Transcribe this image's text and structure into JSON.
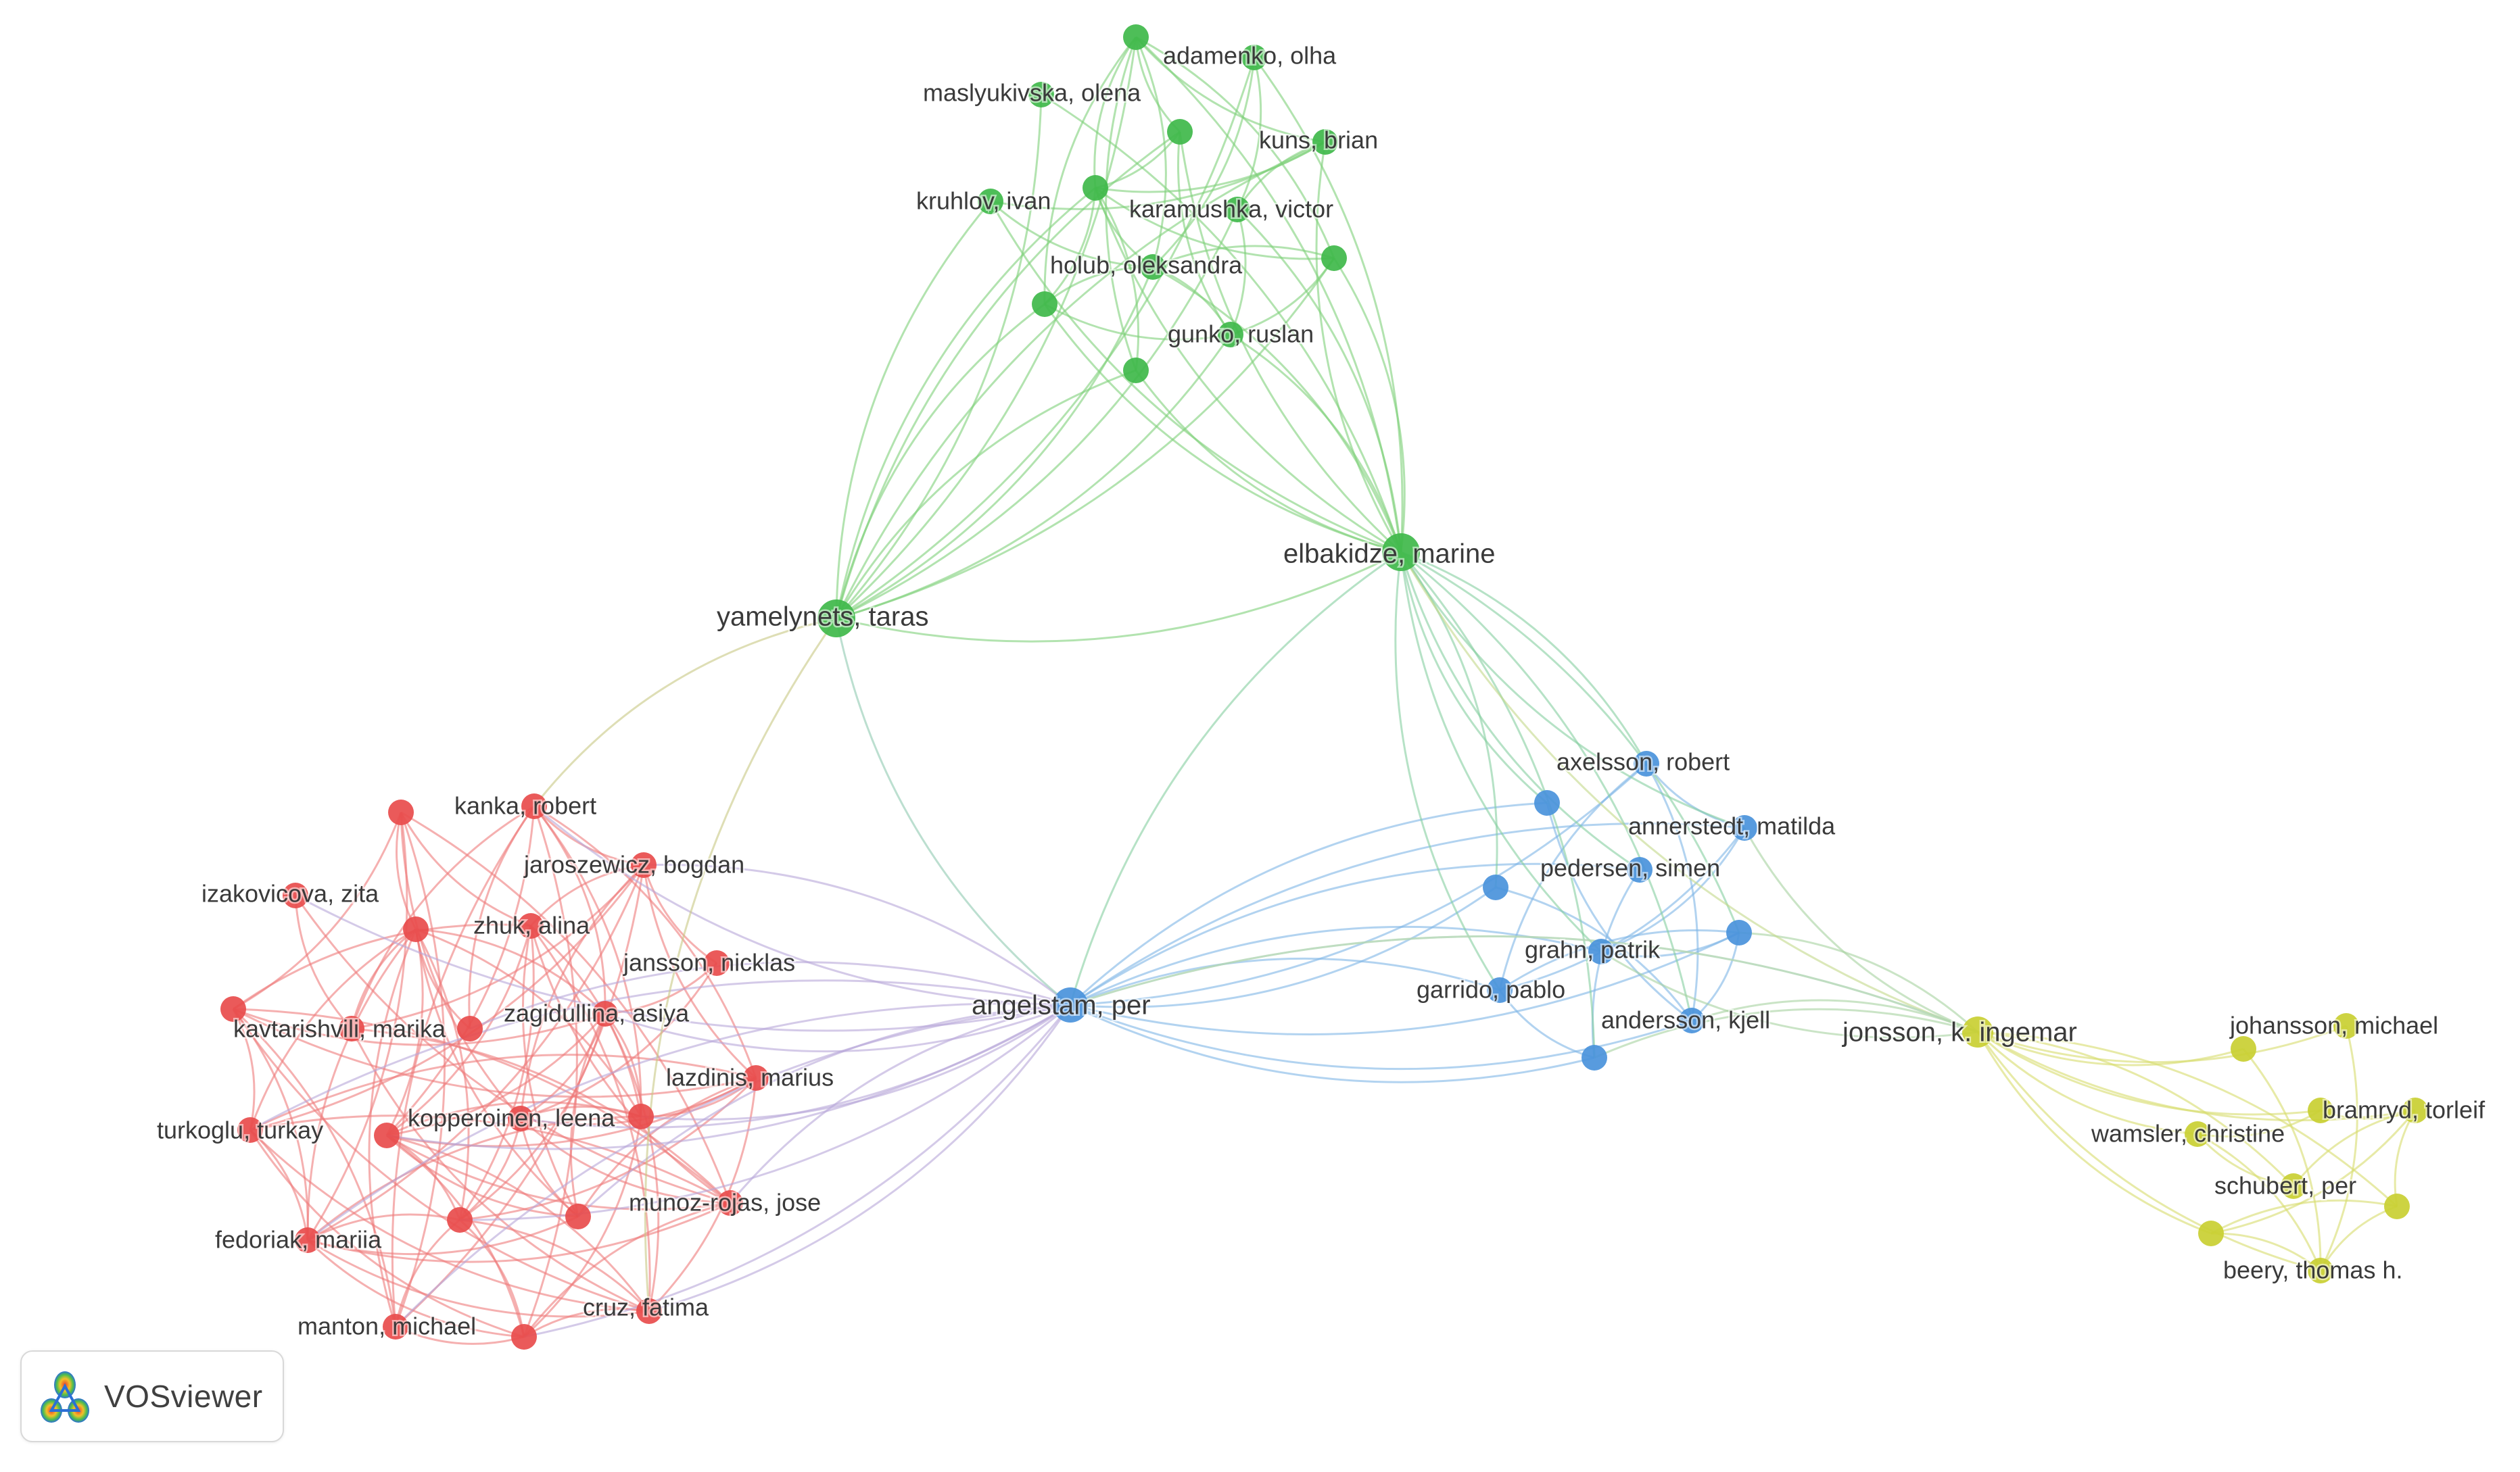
{
  "colors": {
    "cluster1": "#e84c4c",
    "cluster2": "#3fb94a",
    "cluster3": "#4a92db",
    "cluster4": "#c9cf32"
  },
  "nodes": [
    {
      "id": "g1",
      "label": "",
      "cluster": "cluster2"
    },
    {
      "id": "adamenko",
      "label": "adamenko, olha",
      "cluster": "cluster2"
    },
    {
      "id": "maslyukivska",
      "label": "maslyukivska, olena",
      "cluster": "cluster2"
    },
    {
      "id": "g4",
      "label": "",
      "cluster": "cluster2"
    },
    {
      "id": "kuns",
      "label": "kuns, brian",
      "cluster": "cluster2"
    },
    {
      "id": "g6",
      "label": "",
      "cluster": "cluster2"
    },
    {
      "id": "kruhlov",
      "label": "kruhlov, ivan",
      "cluster": "cluster2"
    },
    {
      "id": "karamushka",
      "label": "karamushka, victor",
      "cluster": "cluster2"
    },
    {
      "id": "holub",
      "label": "holub, oleksandra",
      "cluster": "cluster2"
    },
    {
      "id": "g10",
      "label": "",
      "cluster": "cluster2"
    },
    {
      "id": "g11",
      "label": "",
      "cluster": "cluster2"
    },
    {
      "id": "gunko",
      "label": "gunko, ruslan",
      "cluster": "cluster2"
    },
    {
      "id": "g13",
      "label": "",
      "cluster": "cluster2"
    },
    {
      "id": "elbakidze",
      "label": "elbakidze, marine",
      "cluster": "cluster2"
    },
    {
      "id": "yamelynets",
      "label": "yamelynets, taras",
      "cluster": "cluster2"
    },
    {
      "id": "angelstam",
      "label": "angelstam, per",
      "cluster": "cluster3"
    },
    {
      "id": "axelsson",
      "label": "axelsson, robert",
      "cluster": "cluster3"
    },
    {
      "id": "b2",
      "label": "",
      "cluster": "cluster3"
    },
    {
      "id": "annerstedt",
      "label": "annerstedt, matilda",
      "cluster": "cluster3"
    },
    {
      "id": "pedersen",
      "label": "pedersen, simen",
      "cluster": "cluster3"
    },
    {
      "id": "b5",
      "label": "",
      "cluster": "cluster3"
    },
    {
      "id": "grahn",
      "label": "grahn, patrik",
      "cluster": "cluster3"
    },
    {
      "id": "b7",
      "label": "",
      "cluster": "cluster3"
    },
    {
      "id": "garrido",
      "label": "garrido, pablo",
      "cluster": "cluster3"
    },
    {
      "id": "andersson",
      "label": "andersson, kjell",
      "cluster": "cluster3"
    },
    {
      "id": "b10",
      "label": "",
      "cluster": "cluster3"
    },
    {
      "id": "jonsson",
      "label": "jonsson, k. ingemar",
      "cluster": "cluster4"
    },
    {
      "id": "johansson",
      "label": "johansson, michael",
      "cluster": "cluster4"
    },
    {
      "id": "y2",
      "label": "",
      "cluster": "cluster4"
    },
    {
      "id": "bramryd",
      "label": "bramryd, torleif",
      "cluster": "cluster4"
    },
    {
      "id": "y4",
      "label": "",
      "cluster": "cluster4"
    },
    {
      "id": "wamsler",
      "label": "wamsler, christine",
      "cluster": "cluster4"
    },
    {
      "id": "schubert",
      "label": "schubert, per",
      "cluster": "cluster4"
    },
    {
      "id": "y7",
      "label": "",
      "cluster": "cluster4"
    },
    {
      "id": "y8",
      "label": "",
      "cluster": "cluster4"
    },
    {
      "id": "beery",
      "label": "beery, thomas h.",
      "cluster": "cluster4"
    },
    {
      "id": "kanka",
      "label": "kanka, robert",
      "cluster": "cluster1"
    },
    {
      "id": "r1",
      "label": "",
      "cluster": "cluster1"
    },
    {
      "id": "jaroszewicz",
      "label": "jaroszewicz, bogdan",
      "cluster": "cluster1"
    },
    {
      "id": "izakovicova",
      "label": "izakovicova, zita",
      "cluster": "cluster1"
    },
    {
      "id": "r4",
      "label": "",
      "cluster": "cluster1"
    },
    {
      "id": "zhuk",
      "label": "zhuk, alina",
      "cluster": "cluster1"
    },
    {
      "id": "jansson",
      "label": "jansson, nicklas",
      "cluster": "cluster1"
    },
    {
      "id": "r7",
      "label": "",
      "cluster": "cluster1"
    },
    {
      "id": "zagidullina",
      "label": "zagidullina, asiya",
      "cluster": "cluster1"
    },
    {
      "id": "kavtarishvili",
      "label": "kavtarishvili, marika",
      "cluster": "cluster1"
    },
    {
      "id": "r10",
      "label": "",
      "cluster": "cluster1"
    },
    {
      "id": "lazdinis",
      "label": "lazdinis, marius",
      "cluster": "cluster1"
    },
    {
      "id": "turkoglu",
      "label": "turkoglu, turkay",
      "cluster": "cluster1"
    },
    {
      "id": "r13",
      "label": "",
      "cluster": "cluster1"
    },
    {
      "id": "kopperoinen",
      "label": "kopperoinen, leena",
      "cluster": "cluster1"
    },
    {
      "id": "r15",
      "label": "",
      "cluster": "cluster1"
    },
    {
      "id": "munoz",
      "label": "munoz-rojas, jose",
      "cluster": "cluster1"
    },
    {
      "id": "r17",
      "label": "",
      "cluster": "cluster1"
    },
    {
      "id": "r18",
      "label": "",
      "cluster": "cluster1"
    },
    {
      "id": "fedoriak",
      "label": "fedoriak, mariia",
      "cluster": "cluster1"
    },
    {
      "id": "manton",
      "label": "manton, michael",
      "cluster": "cluster1"
    },
    {
      "id": "cruz",
      "label": "cruz, fatima",
      "cluster": "cluster1"
    },
    {
      "id": "r22",
      "label": "",
      "cluster": "cluster1"
    }
  ],
  "hubs": [
    "elbakidze",
    "yamelynets",
    "angelstam",
    "jonsson"
  ],
  "logo": {
    "text": "VOSviewer",
    "icon": "vosviewer-logo-icon"
  }
}
